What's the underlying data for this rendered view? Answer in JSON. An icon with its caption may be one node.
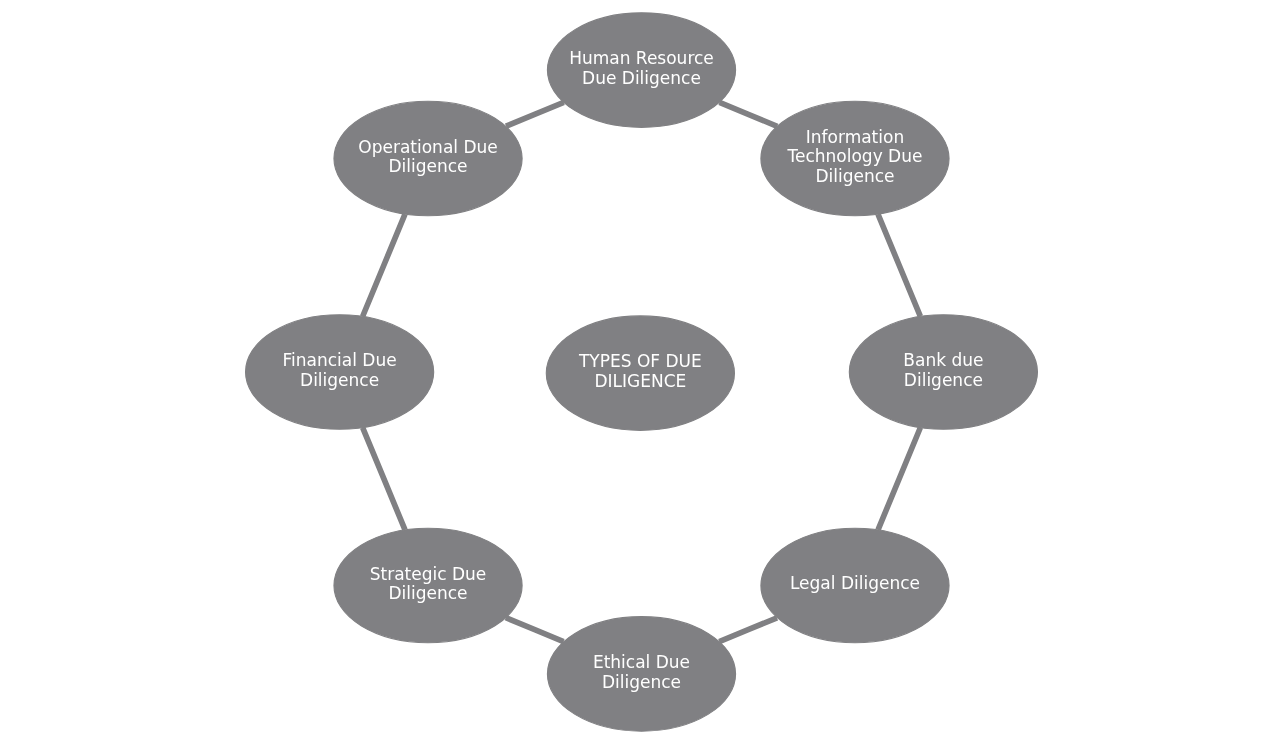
{
  "diagram": {
    "nodes": [
      {
        "text": [
          "Legal Diligence"
        ]
      },
      {
        "text": [
          "Bank due Diligence"
        ]
      },
      {
        "text": [
          "Ethical Due Diligence"
        ]
      },
      {
        "text": [
          "Information Technology Due Diligence"
        ]
      },
      {
        "text": [
          "TYPES OF DUE DILIGENCE"
        ]
      },
      {
        "text": [
          "Strategic Due Diligence"
        ]
      },
      {
        "text": [
          "Human Resource Due Diligence"
        ]
      },
      {
        "text": [
          "Financial Due Diligence"
        ]
      },
      {
        "text": [
          "Operational Due Diligence"
        ]
      }
    ],
    "edges": [
      {
        "from": 0,
        "to": 2,
        "arrow": "none"
      },
      {
        "from": 2,
        "to": 5,
        "arrow": "none"
      },
      {
        "from": 5,
        "to": 7,
        "arrow": "none"
      },
      {
        "from": 7,
        "to": 8,
        "arrow": "none"
      },
      {
        "from": 8,
        "to": 6,
        "arrow": "none"
      },
      {
        "from": 6,
        "to": 3,
        "arrow": "none"
      },
      {
        "from": 3,
        "to": 1,
        "arrow": "none"
      },
      {
        "from": 1,
        "to": 0,
        "arrow": "none"
      }
    ]
  }
}
